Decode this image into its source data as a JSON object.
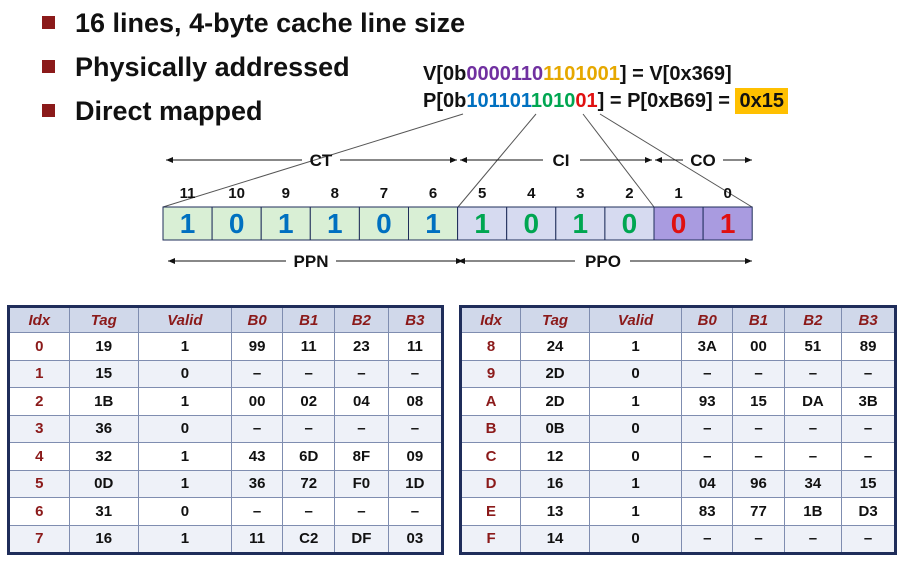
{
  "bullets": [
    "16 lines, 4-byte cache line size",
    "Physically addressed",
    "Direct mapped"
  ],
  "virtual_eq": {
    "prefix": "V[0b",
    "bits_purple": "0000110",
    "bits_gold": "1101001",
    "suffix": "] = V[0x369]"
  },
  "physical_eq": {
    "prefix": "P[0b",
    "bits_blue": "101101",
    "bits_green": "1010",
    "bits_red": "01",
    "suffix": "] = P[0xB69] = ",
    "result": "0x15"
  },
  "fields_top": [
    {
      "label": "CT"
    },
    {
      "label": "CI"
    },
    {
      "label": "CO"
    }
  ],
  "fields_bottom": [
    {
      "label": "PPN"
    },
    {
      "label": "PPO"
    }
  ],
  "bit_numbers": [
    "11",
    "10",
    "9",
    "8",
    "7",
    "6",
    "5",
    "4",
    "3",
    "2",
    "1",
    "0"
  ],
  "bits": [
    {
      "v": "1",
      "color": "#0070c0",
      "bg": "#d9efd5"
    },
    {
      "v": "0",
      "color": "#0070c0",
      "bg": "#d9efd5"
    },
    {
      "v": "1",
      "color": "#0070c0",
      "bg": "#d9efd5"
    },
    {
      "v": "1",
      "color": "#0070c0",
      "bg": "#d9efd5"
    },
    {
      "v": "0",
      "color": "#0070c0",
      "bg": "#d9efd5"
    },
    {
      "v": "1",
      "color": "#0070c0",
      "bg": "#d9efd5"
    },
    {
      "v": "1",
      "color": "#00a651",
      "bg": "#d6daf0"
    },
    {
      "v": "0",
      "color": "#00a651",
      "bg": "#d6daf0"
    },
    {
      "v": "1",
      "color": "#00a651",
      "bg": "#d6daf0"
    },
    {
      "v": "0",
      "color": "#00a651",
      "bg": "#d6daf0"
    },
    {
      "v": "0",
      "color": "#e01010",
      "bg": "#a99be0"
    },
    {
      "v": "1",
      "color": "#e01010",
      "bg": "#a99be0"
    }
  ],
  "table_headers": [
    "Idx",
    "Tag",
    "Valid",
    "B0",
    "B1",
    "B2",
    "B3"
  ],
  "table_left": [
    [
      "0",
      "19",
      "1",
      "99",
      "11",
      "23",
      "11"
    ],
    [
      "1",
      "15",
      "0",
      "–",
      "–",
      "–",
      "–"
    ],
    [
      "2",
      "1B",
      "1",
      "00",
      "02",
      "04",
      "08"
    ],
    [
      "3",
      "36",
      "0",
      "–",
      "–",
      "–",
      "–"
    ],
    [
      "4",
      "32",
      "1",
      "43",
      "6D",
      "8F",
      "09"
    ],
    [
      "5",
      "0D",
      "1",
      "36",
      "72",
      "F0",
      "1D"
    ],
    [
      "6",
      "31",
      "0",
      "–",
      "–",
      "–",
      "–"
    ],
    [
      "7",
      "16",
      "1",
      "11",
      "C2",
      "DF",
      "03"
    ]
  ],
  "table_right": [
    [
      "8",
      "24",
      "1",
      "3A",
      "00",
      "51",
      "89"
    ],
    [
      "9",
      "2D",
      "0",
      "–",
      "–",
      "–",
      "–"
    ],
    [
      "A",
      "2D",
      "1",
      "93",
      "15",
      "DA",
      "3B"
    ],
    [
      "B",
      "0B",
      "0",
      "–",
      "–",
      "–",
      "–"
    ],
    [
      "C",
      "12",
      "0",
      "–",
      "–",
      "–",
      "–"
    ],
    [
      "D",
      "16",
      "1",
      "04",
      "96",
      "34",
      "15"
    ],
    [
      "E",
      "13",
      "1",
      "83",
      "77",
      "1B",
      "D3"
    ],
    [
      "F",
      "14",
      "0",
      "–",
      "–",
      "–",
      "–"
    ]
  ]
}
